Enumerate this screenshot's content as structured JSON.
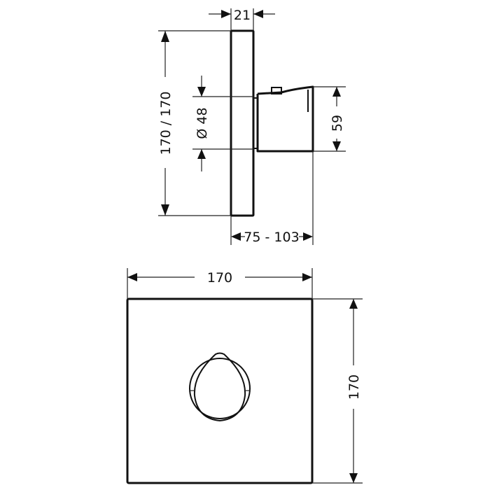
{
  "side_view": {
    "depth_label": "21",
    "height_label": "170 / 170",
    "diameter_label": "Ø 48",
    "knob_height_label": "59",
    "projection_label": "75 - 103"
  },
  "front_view": {
    "width_label": "170",
    "height_label": "170"
  },
  "colors": {
    "line": "#111111",
    "background": "#ffffff"
  }
}
